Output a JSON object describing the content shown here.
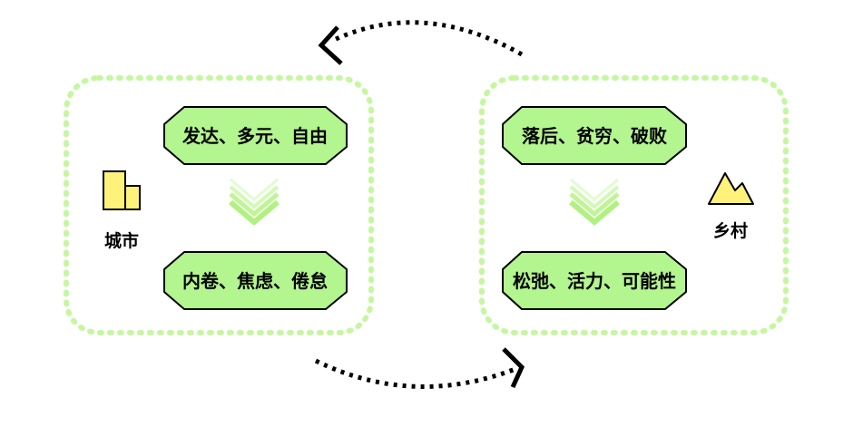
{
  "left_panel": {
    "label": "城市",
    "top_box": "发达、多元、自由",
    "bottom_box": "内卷、焦虑、倦怠"
  },
  "right_panel": {
    "label": "乡村",
    "top_box": "落后、贫穷、破败",
    "bottom_box": "松弛、活力、可能性"
  },
  "colors": {
    "panel_border": "#c6f7a0",
    "box_fill": "#b3f58e",
    "box_stroke": "#000000",
    "icon_fill": "#fff27a",
    "chevron": "#c6f7a0",
    "arrow": "#000000"
  },
  "icons": {
    "left": "building-icon",
    "right": "mountain-icon",
    "flow_down": "chevron-down-icon",
    "cycle": "dotted-arrow-icon"
  }
}
